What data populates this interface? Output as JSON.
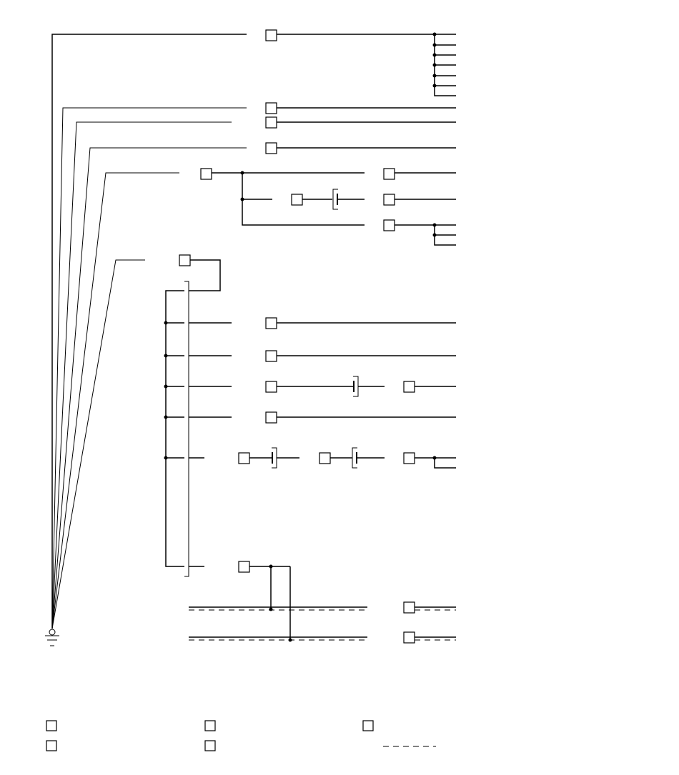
{
  "diagram": {
    "title": "",
    "line_color": "#000000",
    "background": "#ffffff",
    "ground_symbol": "ground-icon",
    "legend": {
      "items": [
        {
          "symbol": "square-box",
          "label": ""
        },
        {
          "symbol": "square-box",
          "label": ""
        },
        {
          "symbol": "square-box",
          "label": ""
        },
        {
          "symbol": "square-box",
          "label": ""
        },
        {
          "symbol": "square-box",
          "label": ""
        },
        {
          "symbol": "dashed-line",
          "label": ""
        }
      ]
    }
  }
}
